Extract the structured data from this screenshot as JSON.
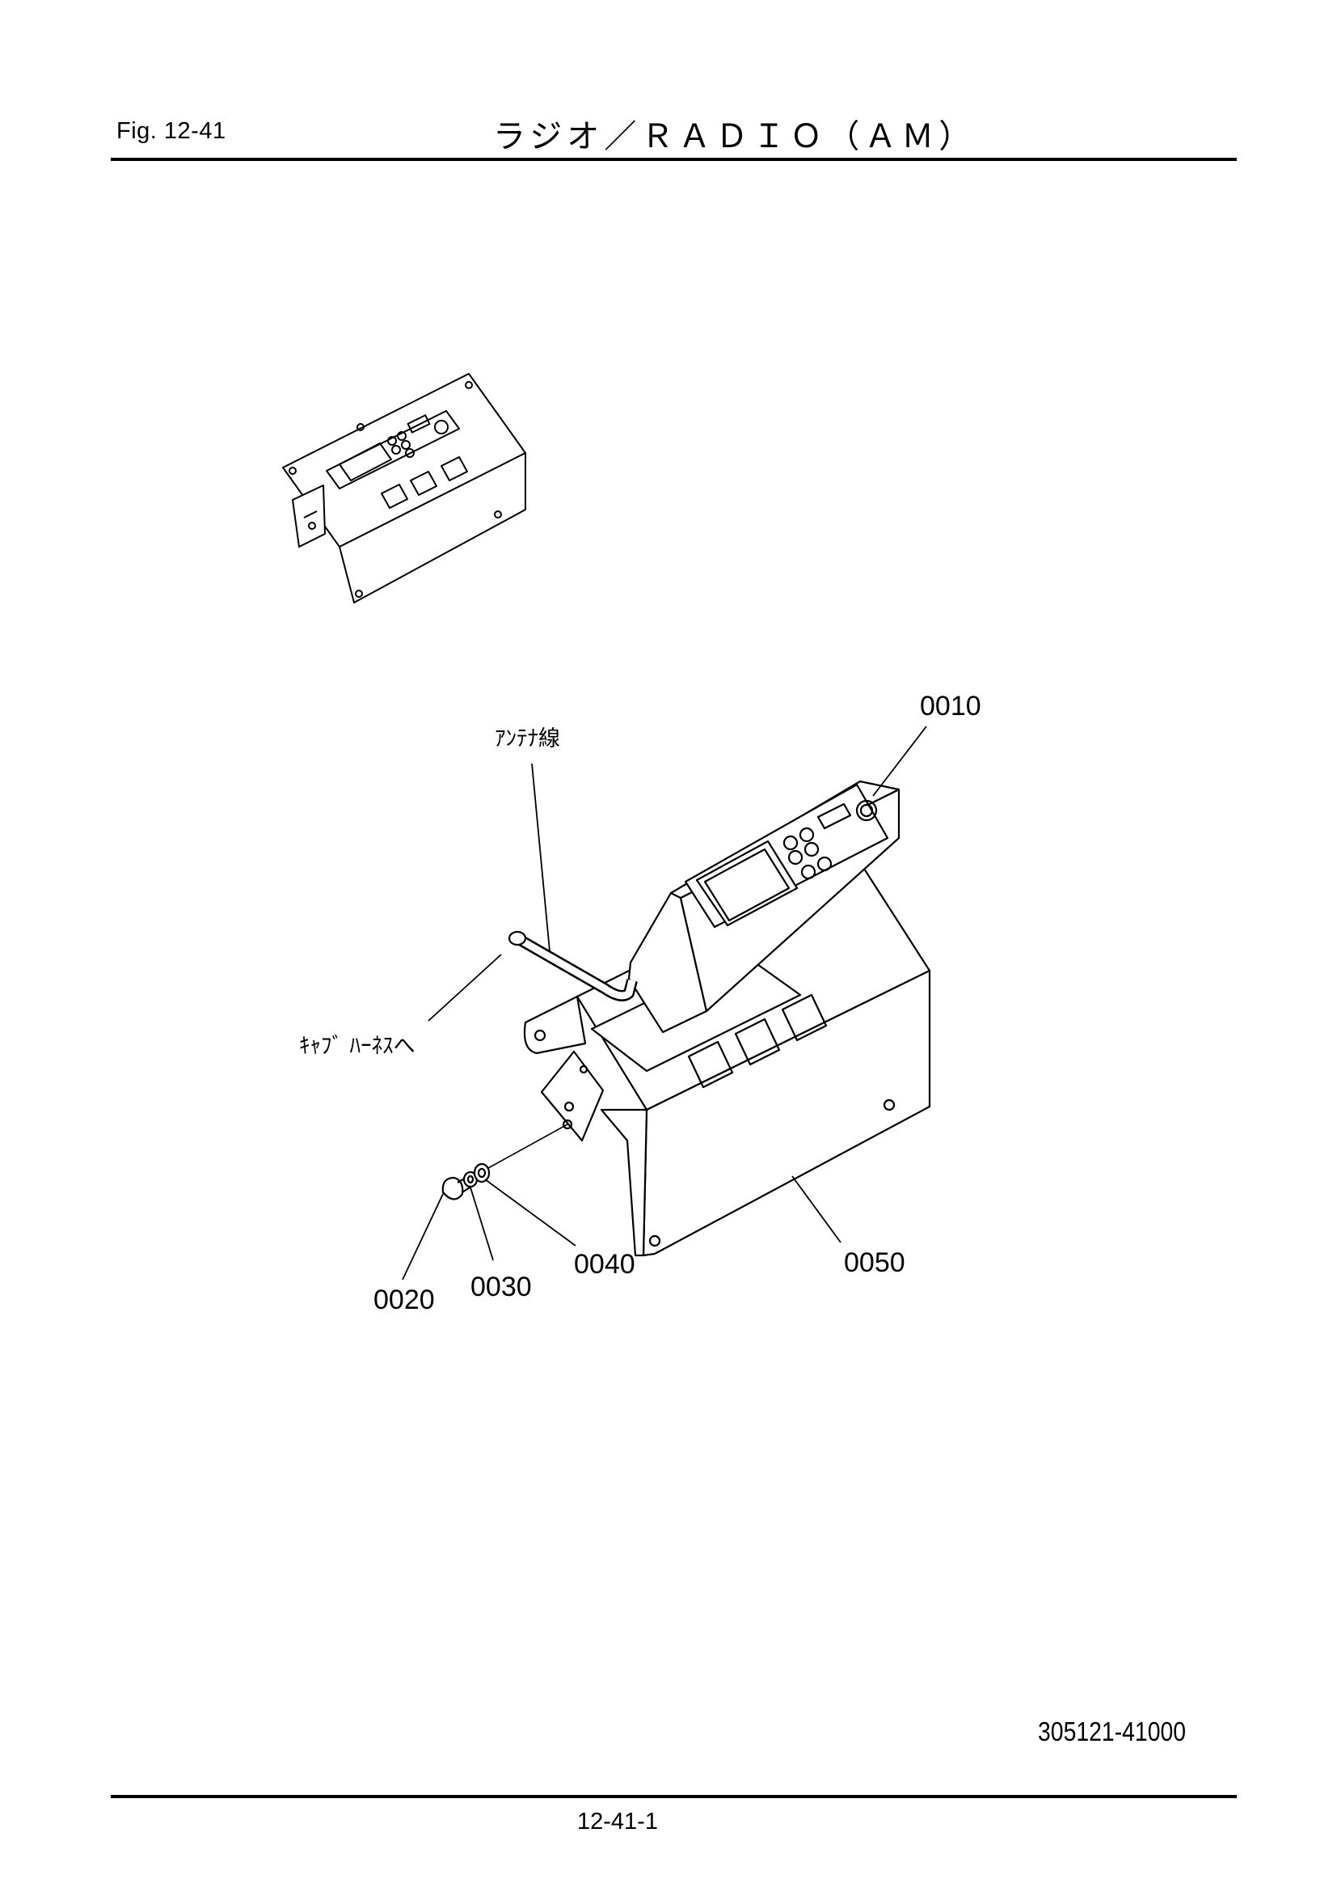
{
  "header": {
    "fig_label": "Fig.  12-41",
    "title": "ラジオ／ＲＡＤＩＯ（ＡＭ）"
  },
  "callouts": {
    "p0010": "0010",
    "p0020": "0020",
    "p0030": "0030",
    "p0040": "0040",
    "p0050": "0050"
  },
  "annotations": {
    "antenna_wire": "ｱﾝﾃﾅ線",
    "to_cab_harness": "ｷｬﾌﾞ ﾊｰﾈｽへ"
  },
  "footer": {
    "drawing_number": "305121-41000",
    "page_number": "12-41-1"
  }
}
